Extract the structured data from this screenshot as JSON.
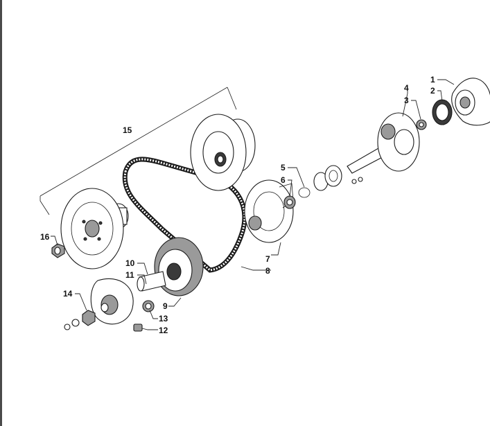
{
  "diagram": {
    "callouts": [
      {
        "id": "1",
        "label": "1"
      },
      {
        "id": "2",
        "label": "2"
      },
      {
        "id": "3",
        "label": "3"
      },
      {
        "id": "4",
        "label": "4"
      },
      {
        "id": "5",
        "label": "5"
      },
      {
        "id": "6",
        "label": "6"
      },
      {
        "id": "7",
        "label": "7"
      },
      {
        "id": "8",
        "label": "8"
      },
      {
        "id": "9",
        "label": "9"
      },
      {
        "id": "10",
        "label": "10"
      },
      {
        "id": "11",
        "label": "11"
      },
      {
        "id": "12",
        "label": "12"
      },
      {
        "id": "13",
        "label": "13"
      },
      {
        "id": "14",
        "label": "14"
      },
      {
        "id": "15",
        "label": "15"
      },
      {
        "id": "16",
        "label": "16"
      }
    ]
  },
  "colors": {
    "line": "#1a1a1a",
    "shade": "#9a9a9a",
    "dark": "#3a3a3a",
    "left_border": "#4a4a4a"
  }
}
